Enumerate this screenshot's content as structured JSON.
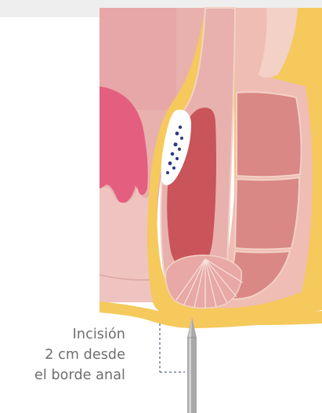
{
  "caption": {
    "line1": "Incisión",
    "line2": "2 cm desde",
    "line3": "el borde anal"
  },
  "colors": {
    "rectal_wall": "#e8b1ad",
    "mucosa_pink": "#e45f7f",
    "fat_yellow": "#f5c95c",
    "sphincter_muscle": "#d98886",
    "abscess_red": "#c9545a",
    "needle_gray": "#a9a9a9",
    "caption_gray": "#6e6e6e"
  },
  "icons": {
    "needle": "needle-icon",
    "measurement": "dashed-measurement-bracket"
  }
}
